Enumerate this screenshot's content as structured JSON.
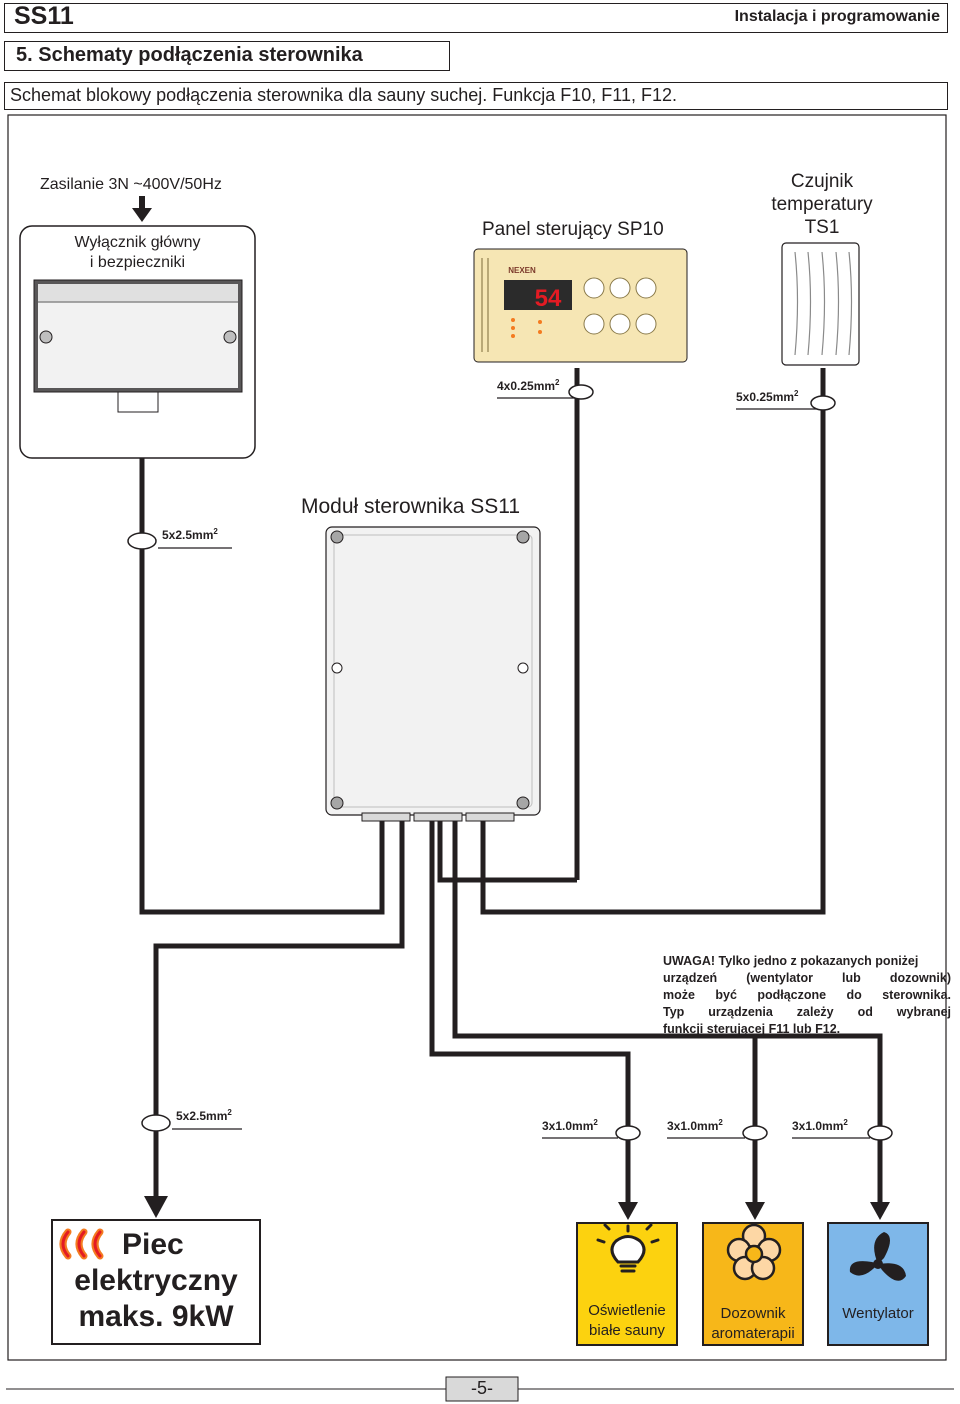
{
  "header": {
    "product": "SS11",
    "section": "Instalacja i programowanie",
    "chapter_title": "5. Schematy podłączenia sterownika",
    "diagram_caption": "Schemat blokowy podłączenia sterownika dla sauny suchej. Funkcja F10, F11, F12."
  },
  "supply": {
    "label": "Zasilanie 3N ~400V/50Hz",
    "main_switch_line1": "Wyłącznik główny",
    "main_switch_line2": "i bezpieczniki"
  },
  "panel": {
    "label": "Panel sterujący SP10",
    "brand": "NEXEN",
    "display": "54"
  },
  "sensor": {
    "label_line1": "Czujnik",
    "label_line2": "temperatury",
    "label_line3": "TS1"
  },
  "module": {
    "label": "Moduł sterownika SS11"
  },
  "cables": {
    "panel": "4x0.25mm",
    "sensor": "5x0.25mm",
    "supply": "5x2.5mm",
    "heater": "5x2.5mm",
    "light": "3x1.0mm",
    "dispenser": "3x1.0mm",
    "fan": "3x1.0mm",
    "superscript": "2"
  },
  "note": {
    "line1": "UWAGA! Tylko jedno z pokazanych poniżej",
    "line2": "urządzeń (wentylator lub dozownik)",
    "line3": "może być podłączone do sterownika.",
    "line4": "Typ urządzenia zależy od wybranej",
    "line5": "funkcji sterującej F11 lub F12."
  },
  "devices": {
    "heater_line1": "Piec",
    "heater_line2": "elektryczny",
    "heater_line3": "maks. 9kW",
    "light_line1": "Oświetlenie",
    "light_line2": "białe sauny",
    "dispenser_line1": "Dozownik",
    "dispenser_line2": "aromaterapii",
    "fan_label": "Wentylator"
  },
  "footer": {
    "page": "-5-"
  },
  "colors": {
    "outline": "#231f20",
    "panel_beige": "#f6e6b4",
    "device_yellow": "#fcd20f",
    "device_orange": "#f7b719",
    "device_blue": "#7eb7e9",
    "display_red": "#e31b23",
    "heater_flame": "#f47b20"
  }
}
